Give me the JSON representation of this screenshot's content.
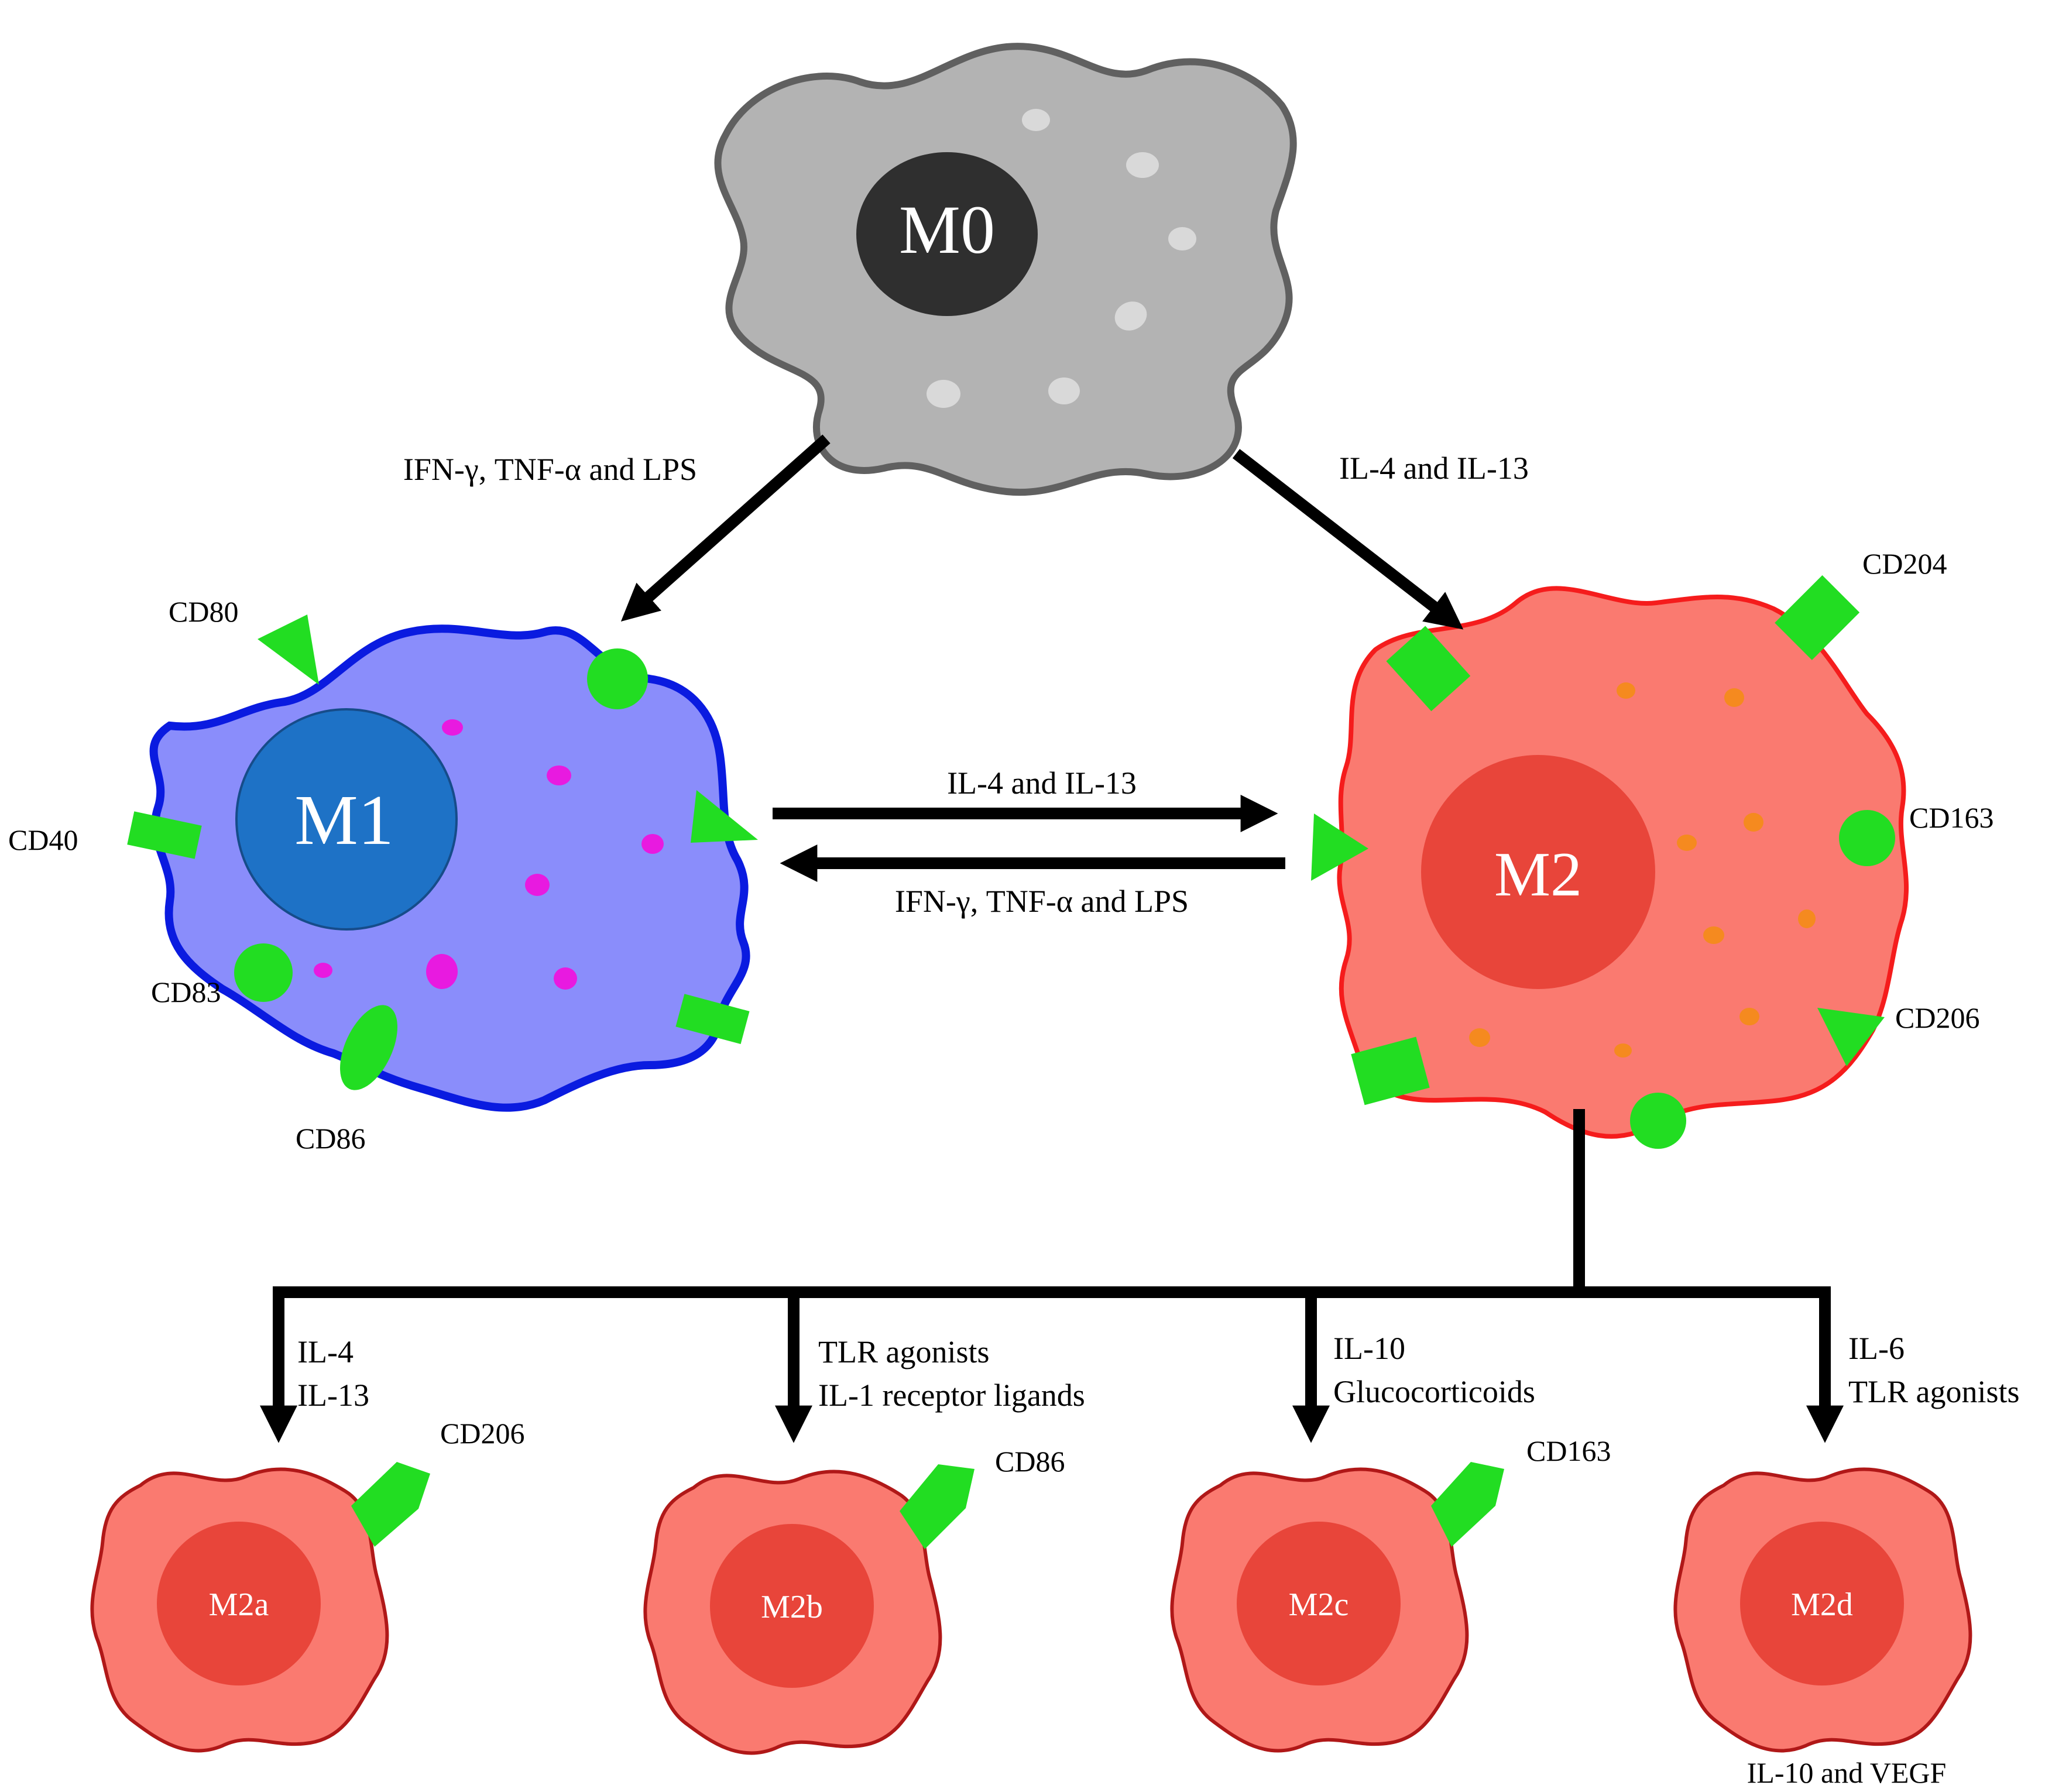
{
  "cells": {
    "m0": {
      "label": "M0",
      "body_color": "#b3b3b3",
      "outline_color": "#606060",
      "nucleus_color": "#2f2f2f"
    },
    "m1": {
      "label": "M1",
      "body_color": "#8a8dfb",
      "outline_color": "#0a1be0",
      "nucleus_color": "#1e72c6",
      "granule_color": "#e81ae0"
    },
    "m2": {
      "label": "M2",
      "body_color": "#fa7a70",
      "outline_color": "#f51c1c",
      "nucleus_color": "#e8453a",
      "granule_color": "#f58a1f"
    },
    "m2a": {
      "label": "M2a"
    },
    "m2b": {
      "label": "M2b"
    },
    "m2c": {
      "label": "M2c"
    },
    "m2d": {
      "label": "M2d"
    }
  },
  "stimuli": {
    "m0_to_m1": "IFN-γ, TNF-α and LPS",
    "m0_to_m2": "IL-4 and IL-13",
    "m1_to_m2": "IL-4 and IL-13",
    "m2_to_m1": "IFN-γ, TNF-α and LPS",
    "m2a": [
      "IL-4",
      "IL-13"
    ],
    "m2b": [
      "TLR agonists",
      "IL-1 receptor ligands"
    ],
    "m2c": [
      "IL-10",
      "Glucocorticoids"
    ],
    "m2d": [
      "IL-6",
      "TLR agonists"
    ]
  },
  "markers": {
    "m1": [
      "CD80",
      "CD40",
      "CD83",
      "CD86"
    ],
    "m2": [
      "CD204",
      "CD163",
      "CD206"
    ],
    "m2a": "CD206",
    "m2b": "CD86",
    "m2c": "CD163",
    "m2d_secretion": "IL-10 and VEGF"
  },
  "colors": {
    "marker_green": "#22dd22",
    "subtype_body": "#fa7a70",
    "subtype_outline": "#b01818",
    "subtype_nucleus": "#e8453a",
    "arrow": "#000000"
  }
}
